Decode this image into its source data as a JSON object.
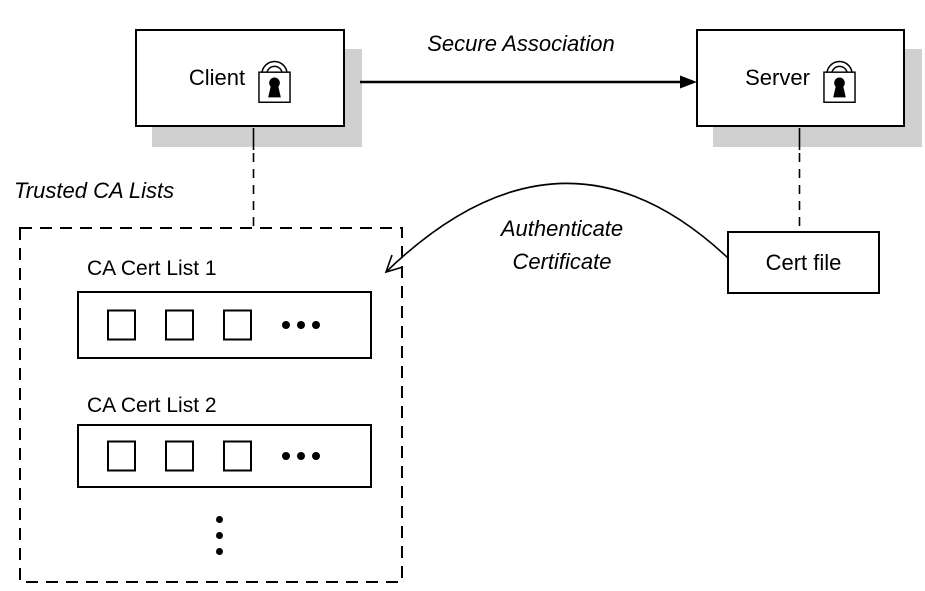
{
  "colors": {
    "ink": "#000000",
    "shadow": "#d0d0d0",
    "background": "#ffffff"
  },
  "nodes": {
    "client": {
      "label": "Client",
      "icon": "padlock-icon"
    },
    "server": {
      "label": "Server",
      "icon": "padlock-icon"
    },
    "cert_file": {
      "label": "Cert file"
    }
  },
  "edges": {
    "secure_association": {
      "label": "Secure Association",
      "from": "Client",
      "to": "Server",
      "style": "solid-arrow"
    },
    "authenticate": {
      "label_line1": "Authenticate",
      "label_line2": "Certificate",
      "from": "Cert file",
      "to": "Trusted CA Lists",
      "style": "curved-open-arrow"
    },
    "client_to_trusted_lists": {
      "style": "dashed-line"
    },
    "server_to_cert_file": {
      "style": "dashed-line"
    }
  },
  "trusted_ca": {
    "title": "Trusted CA Lists",
    "lists": [
      {
        "label": "CA Cert List 1",
        "cert_slots": 3,
        "ellipsis": "•••"
      },
      {
        "label": "CA Cert List 2",
        "cert_slots": 3,
        "ellipsis": "•••"
      }
    ],
    "more_lists_ellipsis": "⋮"
  }
}
